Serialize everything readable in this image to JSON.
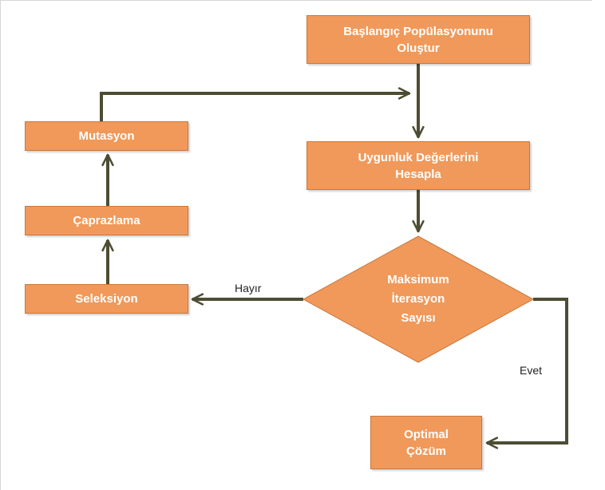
{
  "nodes": {
    "start": {
      "line1": "Başlangıç Popülasyonunu",
      "line2": "Oluştur"
    },
    "fitness": {
      "line1": "Uygunluk Değerlerini",
      "line2": "Hesapla"
    },
    "decision": {
      "line1": "Maksimum",
      "line2": "İterasyon",
      "line3": "Sayısı"
    },
    "selection": {
      "label": "Seleksiyon"
    },
    "crossover": {
      "label": "Çaprazlama"
    },
    "mutation": {
      "label": "Mutasyon"
    },
    "optimal": {
      "line1": "Optimal",
      "line2": "Çözüm"
    }
  },
  "edge_labels": {
    "no": "Hayır",
    "yes": "Evet"
  },
  "colors": {
    "fill": "#f0995a",
    "border": "#c8783e",
    "arrow": "#4d4d33",
    "text": "#ffffff"
  }
}
